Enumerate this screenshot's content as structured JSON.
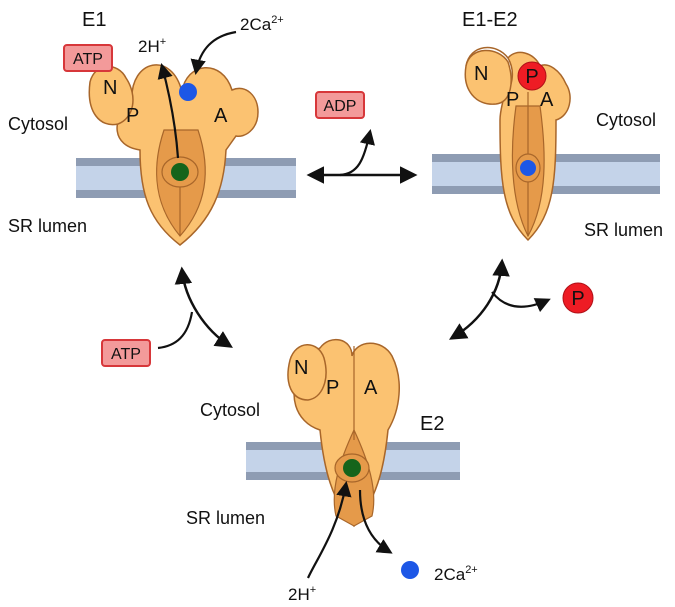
{
  "states": {
    "e1": {
      "title": "E1",
      "n": "N",
      "p": "P",
      "a": "A",
      "cytosol": "Cytosol",
      "lumen": "SR lumen",
      "atp": "ATP",
      "ca_in": "2Ca",
      "ca_in_sup": "2+",
      "h_out": "2H",
      "h_out_sup": "+"
    },
    "e1e2": {
      "title": "E1-E2",
      "n": "N",
      "phospho": "P",
      "p": "P",
      "a": "A",
      "cytosol": "Cytosol",
      "lumen": "SR lumen"
    },
    "e2": {
      "title": "E2",
      "n": "N",
      "p": "P",
      "a": "A",
      "cytosol": "Cytosol",
      "lumen": "SR lumen",
      "h_in": "2H",
      "h_in_sup": "+",
      "ca_out": "2Ca",
      "ca_out_sup": "2+"
    }
  },
  "transitions": {
    "adp": "ADP",
    "atp": "ATP",
    "pi": "P"
  },
  "colors": {
    "protein_fill": "#FBC271",
    "protein_core": "#E59A4A",
    "outline": "#A8662A",
    "membrane_dark": "#8E9CB3",
    "membrane_light": "#C4D3E9",
    "ion_ca": "#1D57E6",
    "ion_site": "#15641B",
    "badge_fill": "#F39A9A",
    "badge_stroke": "#D7373A",
    "phosphate": "#EE1C24"
  }
}
